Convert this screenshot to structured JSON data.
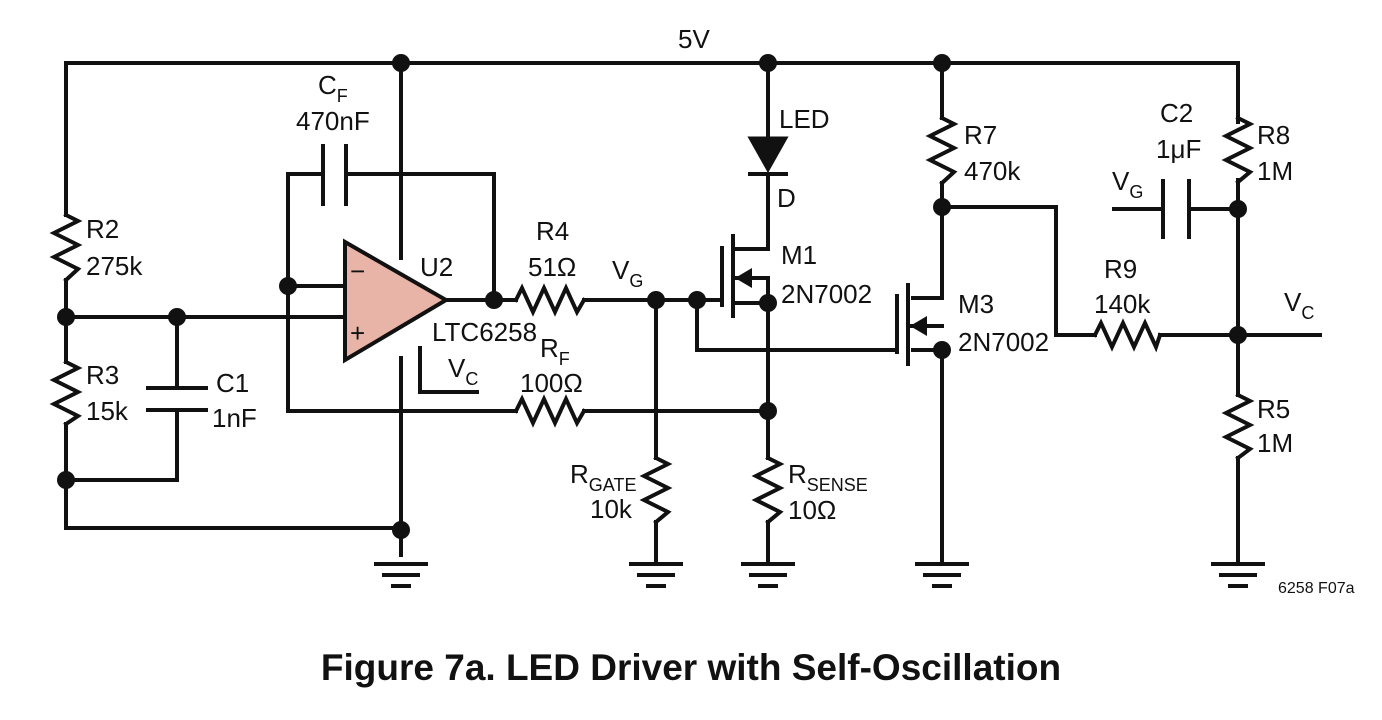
{
  "supply": {
    "label": "5V"
  },
  "components": {
    "cf": {
      "name": "C",
      "sub": "F",
      "value": "470nF"
    },
    "r2": {
      "name": "R2",
      "value": "275k"
    },
    "r3": {
      "name": "R3",
      "value": "15k"
    },
    "c1": {
      "name": "C1",
      "value": "1nF"
    },
    "u2": {
      "name": "U2",
      "part": "LTC6258",
      "minus": "−",
      "plus": "+",
      "supply_pin": "V",
      "supply_pin_sub": "C",
      "color": "#e8b4a8"
    },
    "r4": {
      "name": "R4",
      "value": "51Ω"
    },
    "rf": {
      "name": "R",
      "sub": "F",
      "value": "100Ω"
    },
    "vg_node": {
      "name": "V",
      "sub": "G"
    },
    "rgate": {
      "name": "R",
      "sub": "GATE",
      "value": "10k"
    },
    "led": {
      "name": "LED",
      "pin": "D"
    },
    "m1": {
      "name": "M1",
      "part": "2N7002"
    },
    "rsense": {
      "name": "R",
      "sub": "SENSE",
      "value": "10Ω"
    },
    "r7": {
      "name": "R7",
      "value": "470k"
    },
    "m3": {
      "name": "M3",
      "part": "2N7002"
    },
    "c2": {
      "name": "C2",
      "value": "1μF",
      "input": "V",
      "input_sub": "G"
    },
    "r8": {
      "name": "R8",
      "value": "1M"
    },
    "r9": {
      "name": "R9",
      "value": "140k"
    },
    "vc_out": {
      "name": "V",
      "sub": "C"
    },
    "r5": {
      "name": "R5",
      "value": "1M"
    }
  },
  "figure_id": "6258 F07a",
  "caption": "Figure 7a. LED Driver with Self-Oscillation"
}
